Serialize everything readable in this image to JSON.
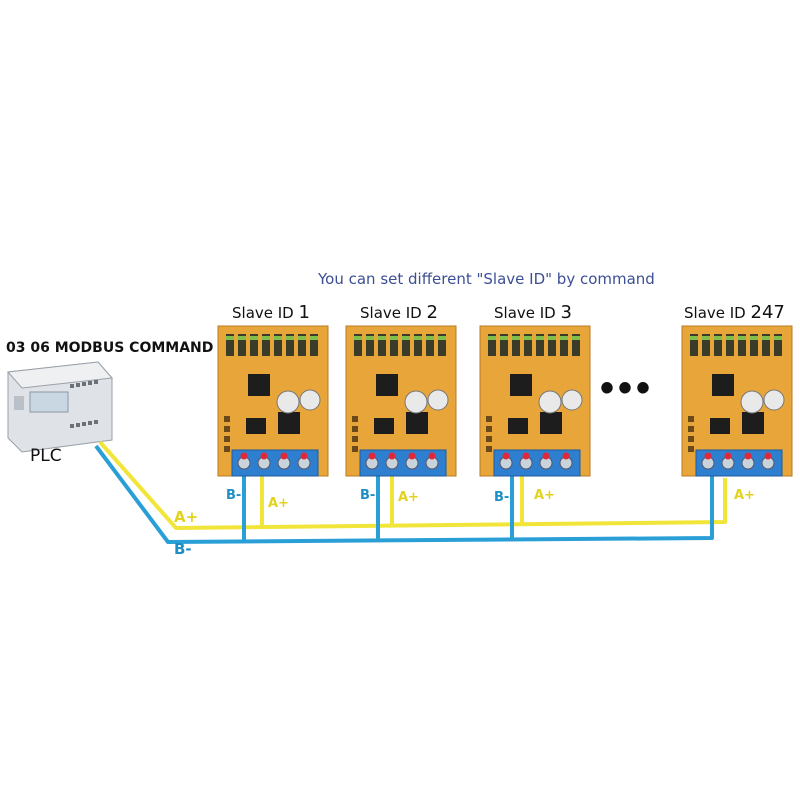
{
  "caption": "You can set different \"Slave ID\" by command",
  "command_label": "03 06 MODBUS COMMAND",
  "plc_label": "PLC",
  "slaves": [
    {
      "prefix": "Slave ID",
      "id": "1"
    },
    {
      "prefix": "Slave ID",
      "id": "2"
    },
    {
      "prefix": "Slave ID",
      "id": "3"
    },
    {
      "prefix": "Slave ID",
      "id": "247"
    }
  ],
  "ellipsis": "•••",
  "wire_labels": {
    "b_minus": "B-",
    "a_plus": "A+"
  },
  "colors": {
    "wire_a": "#f2e53a",
    "wire_b": "#2a9fd6",
    "board": "#e8a53a",
    "terminal": "#2f7fd0"
  }
}
